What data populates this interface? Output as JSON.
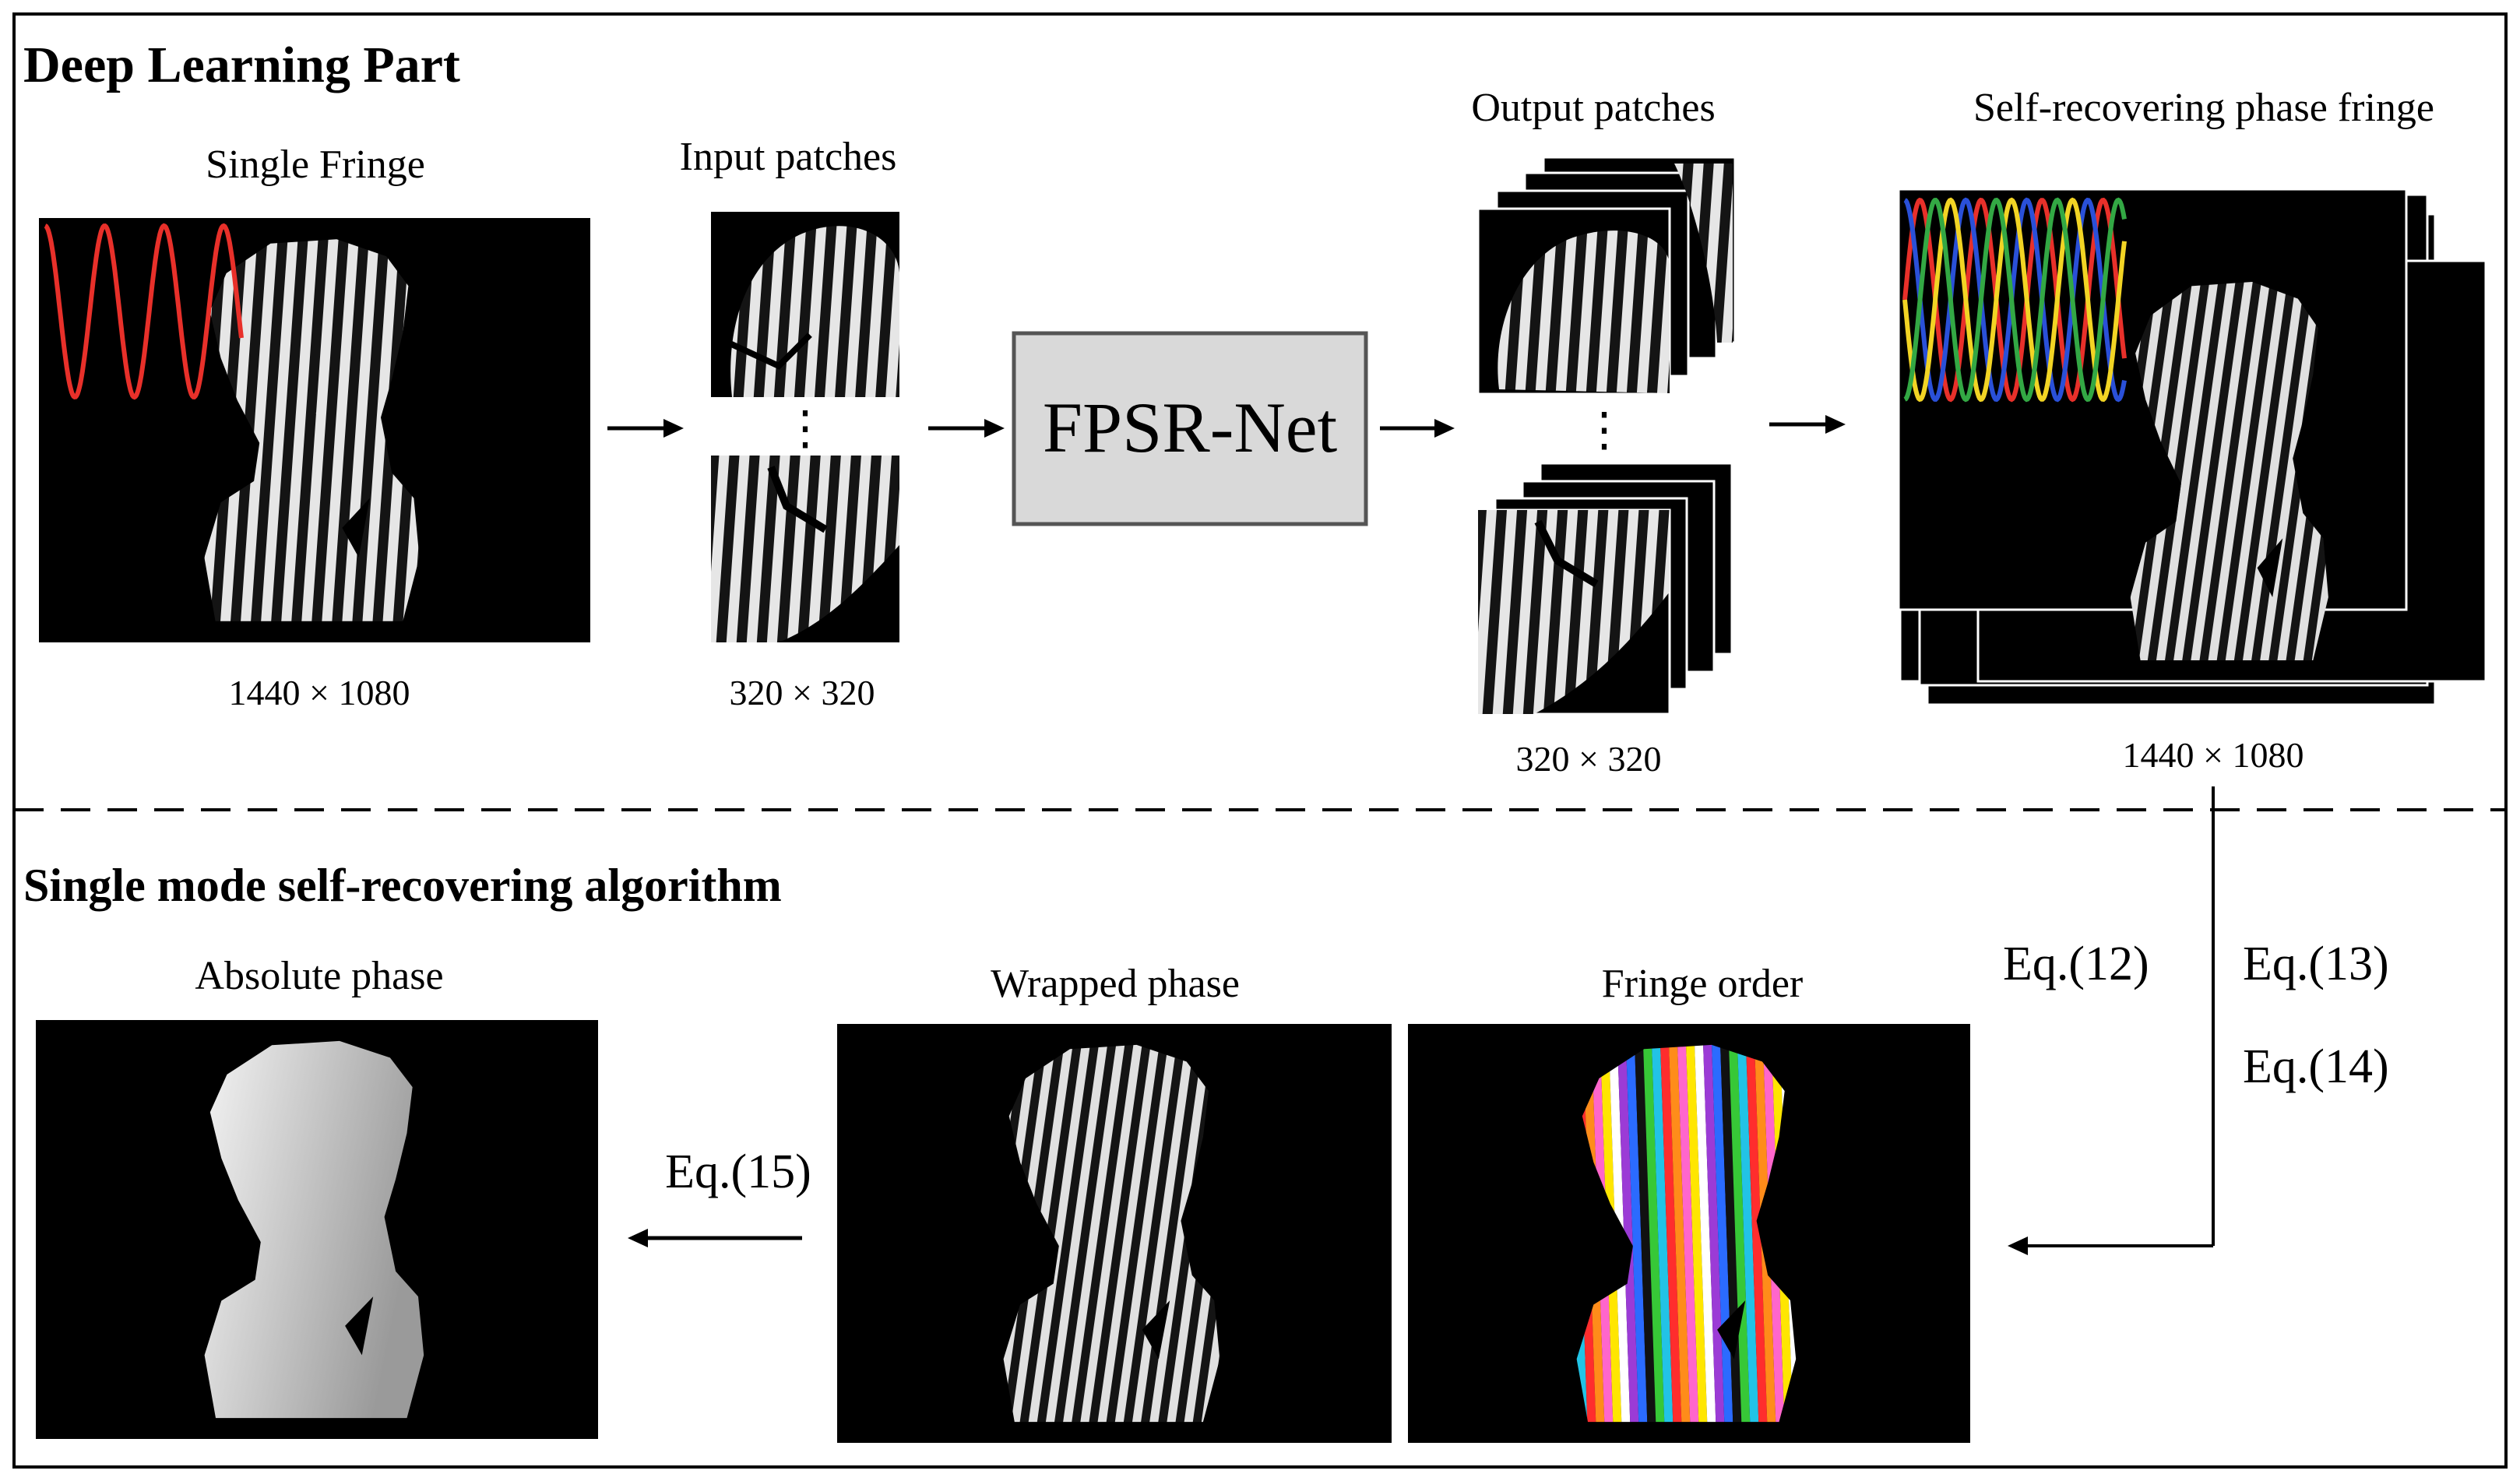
{
  "top_section": {
    "title": "Deep Learning Part",
    "single_fringe": {
      "label": "Single Fringe",
      "size": "1440 × 1080"
    },
    "input_patches": {
      "label": "Input patches",
      "size": "320 × 320",
      "ellipsis": "⋮"
    },
    "network": {
      "label": "FPSR-Net"
    },
    "output_patches": {
      "label": "Output patches",
      "size": "320 × 320",
      "ellipsis": "⋮"
    },
    "self_recovering": {
      "label": "Self-recovering phase fringe",
      "size": "1440 × 1080"
    }
  },
  "bottom_section": {
    "title": "Single mode self-recovering algorithm",
    "absolute_phase": {
      "label": "Absolute phase"
    },
    "wrapped_phase": {
      "label": "Wrapped phase"
    },
    "fringe_order": {
      "label": "Fringe order"
    },
    "equations": {
      "eq12": "Eq.(12)",
      "eq13": "Eq.(13)",
      "eq14": "Eq.(14)",
      "eq15": "Eq.(15)"
    }
  },
  "colors": {
    "frame": "#000000",
    "image_bg": "#000000",
    "fringe_light": "#e6e6e6",
    "fringe_dark": "#1a1a1a",
    "net_box_fill": "#d9d9d9",
    "net_box_stroke": "#555555",
    "sine_single": "#e8302a",
    "sine_multi": [
      "#e8302a",
      "#2a50d8",
      "#f2d424",
      "#33a844"
    ],
    "order_palette": [
      "#ff2d2d",
      "#ffe600",
      "#2b6bff",
      "#22c3e6",
      "#ff66cc",
      "#9b3bd6",
      "#37c837",
      "#ff8c1a",
      "#ffffff",
      "#111111"
    ]
  }
}
